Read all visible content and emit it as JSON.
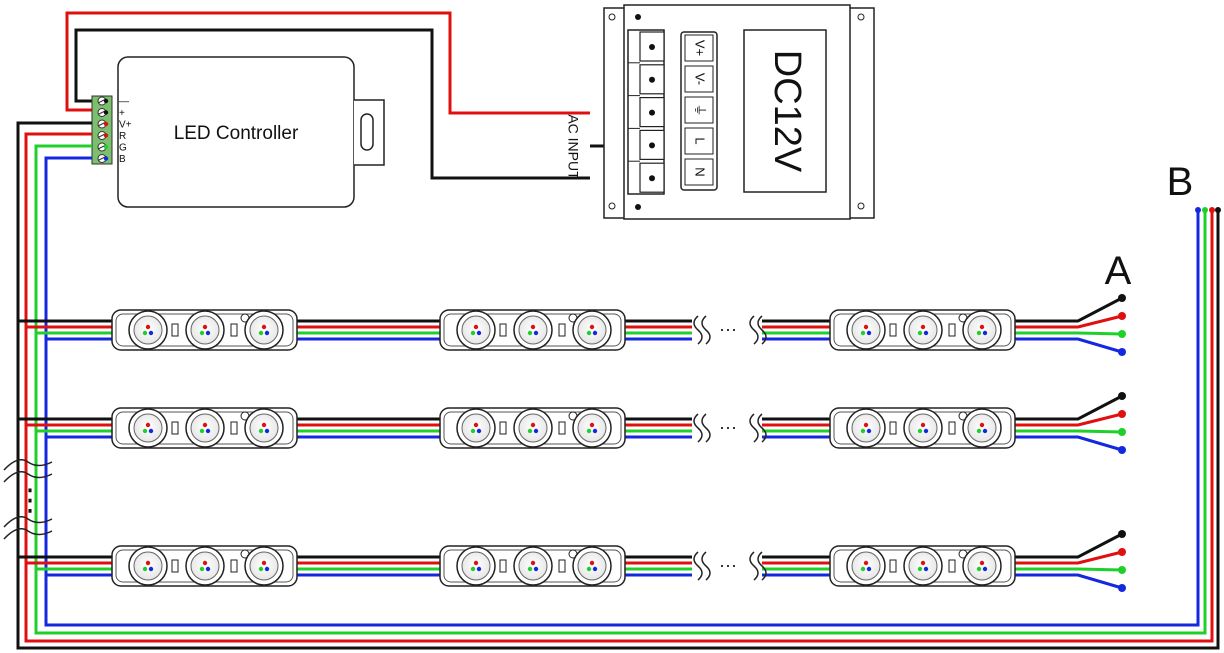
{
  "controller": {
    "title": "LED Controller",
    "terminals": [
      "—",
      "+",
      "V+",
      "R",
      "G",
      "B"
    ]
  },
  "power_supply": {
    "label": "DC12V",
    "ac_label": "AC INPUT",
    "terminal_labels": [
      "V+",
      "V-",
      "⏚",
      "L",
      "N"
    ]
  },
  "labels": {
    "point_a": "A",
    "point_b": "B",
    "ellipsis": "···",
    "vertical_ellipsis": "⋮"
  },
  "wire_colors": {
    "black": "#111111",
    "red": "#e01010",
    "green": "#1fd02a",
    "blue": "#1428e0"
  }
}
